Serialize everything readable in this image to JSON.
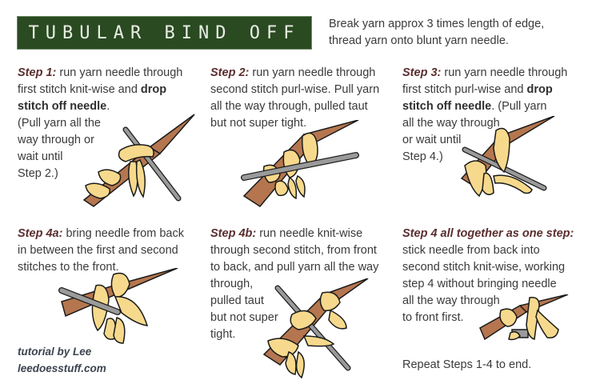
{
  "header": {
    "title": "TUBULAR BIND OFF",
    "intro_line1": "Break yarn approx 3 times length of edge,",
    "intro_line2": "thread yarn onto blunt yarn needle."
  },
  "colors": {
    "banner_bg": "#2a4a22",
    "banner_text": "#e9eee5",
    "step_label": "#5a2e2e",
    "knitting_needle": "#b5764f",
    "yarn": "#f6d98c",
    "yarn_needle": "#9a9a9a",
    "outline": "#1a1a1a"
  },
  "steps": [
    {
      "id": "step-1",
      "label": "Step 1:",
      "line1_rest": " run yarn needle through",
      "line2_pre": "first stitch knit-wise and ",
      "line2_bold": "drop",
      "line3_bold": "stitch off needle",
      "line3_rest": ".",
      "note_lines": [
        "(Pull yarn all the",
        "way through or",
        "wait until",
        "Step 2.)"
      ]
    },
    {
      "id": "step-2",
      "label": "Step 2:",
      "line1_rest": " run yarn needle through",
      "lines": [
        "second stitch purl-wise. Pull yarn",
        "all the way through, pulled taut",
        "but not super tight."
      ]
    },
    {
      "id": "step-3",
      "label": "Step 3:",
      "line1_rest": " run yarn needle through",
      "line2_pre": "first stitch purl-wise and ",
      "line2_bold": "drop",
      "line3_bold": "stitch off needle",
      "line3_rest": ". (Pull yarn",
      "note_lines": [
        "all the way through",
        "or wait until",
        "Step 4.)"
      ]
    },
    {
      "id": "step-4a",
      "label": "Step 4a:",
      "line1_rest": " bring needle from back",
      "lines": [
        "in between the first and second",
        "stitches to the front."
      ]
    },
    {
      "id": "step-4b",
      "label": "Step 4b:",
      "line1_rest": " run needle knit-wise",
      "lines": [
        "through second stitch, from front",
        "to back, and pull yarn all the way",
        "through,",
        "pulled taut",
        "but not super",
        "tight."
      ]
    },
    {
      "id": "step-4",
      "label": "Step 4 all together as one step:",
      "lines": [
        "stick needle from back into",
        "second stitch knit-wise, working",
        "step 4 without bringing needle",
        "all the way through",
        "to front first."
      ]
    }
  ],
  "footer": {
    "credit_line1": "tutorial by Lee",
    "credit_line2": "leedoesstuff.com",
    "repeat": "Repeat Steps 1-4 to end."
  }
}
